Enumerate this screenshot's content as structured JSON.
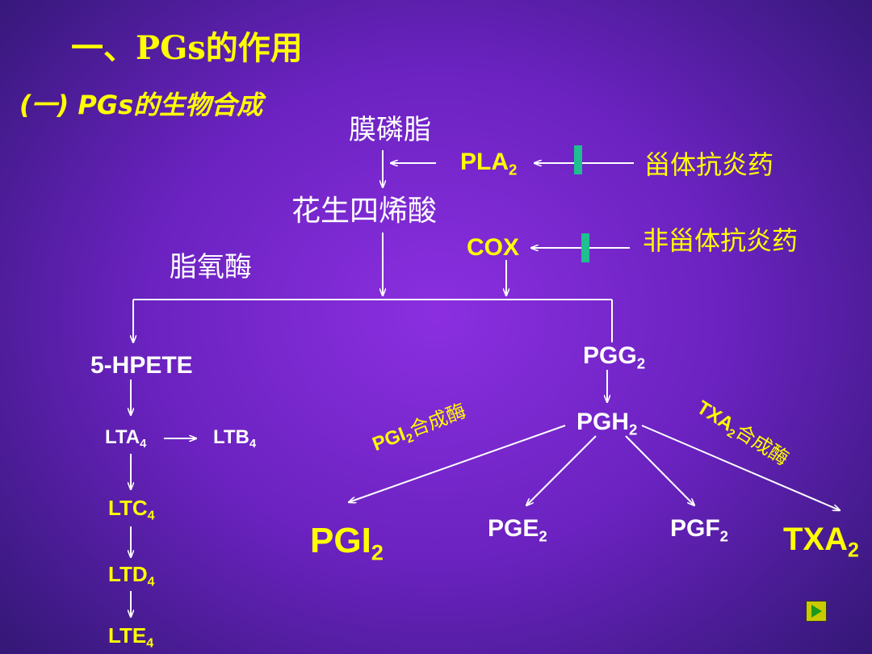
{
  "title": "一、PGs的作用",
  "subtitle": "(一) PGs的生物合成",
  "nodes": {
    "membrane_phospholipid": "膜磷脂",
    "arachidonic_acid": "花生四烯酸",
    "lipoxygenase": "脂氧酶",
    "pla2": "PLA",
    "pla2_sub": "2",
    "steroid_drug": "甾体抗炎药",
    "cox": "COX",
    "nonsteroid_drug": "非甾体抗炎药",
    "hpete": "5-HPETE",
    "pgg": "PGG",
    "pgg_sub": "2",
    "pgh": "PGH",
    "pgh_sub": "2",
    "lta": "LTA",
    "lta_sub": "4",
    "ltb": "LTB",
    "ltb_sub": "4",
    "ltc": "LTC",
    "ltc_sub": "4",
    "ltd": "LTD",
    "ltd_sub": "4",
    "lte": "LTE",
    "lte_sub": "4",
    "pgi": "PGI",
    "pgi_sub": "2",
    "pge": "PGE",
    "pge_sub": "2",
    "pgf": "PGF",
    "pgf_sub": "2",
    "txa": "TXA",
    "txa_sub": "2",
    "pgi_synthase": "PGI",
    "pgi_synthase_sub": "2",
    "pgi_synthase_suffix": "合成酶",
    "txa_synthase": "TXA",
    "txa_synthase_sub": "2",
    "txa_synthase_suffix": "合成酶"
  },
  "colors": {
    "label_yellow": "#ffff00",
    "label_white": "#ffffff",
    "inhibitor_bar": "#1fbf8f"
  },
  "icons": {
    "next_button": "play-triangle-icon"
  }
}
